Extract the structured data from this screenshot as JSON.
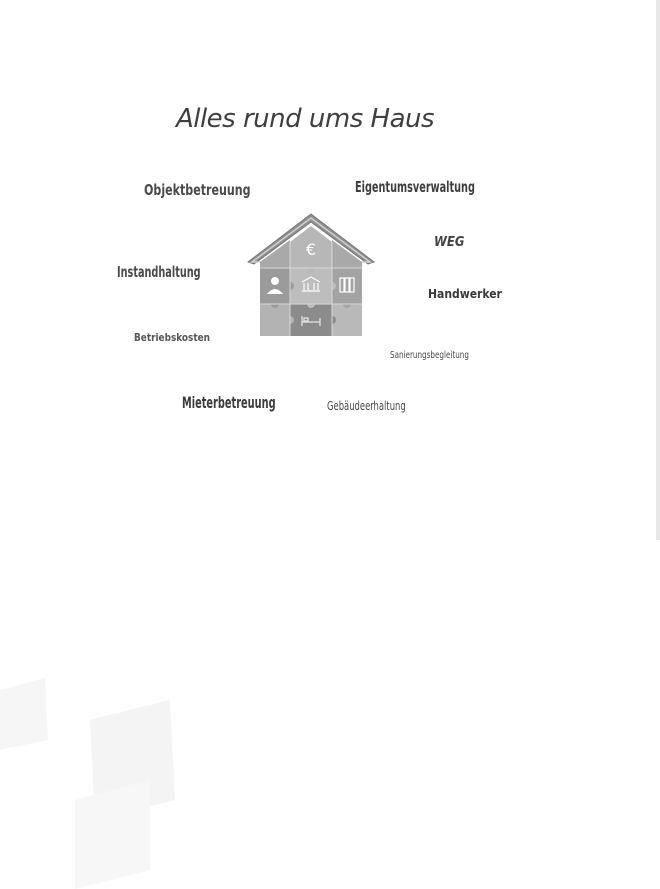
{
  "title": "Alles rund ums Haus",
  "keywords": {
    "objektbetreuung": "Objektbetreuung",
    "eigentumsverwaltung": "Eigentumsverwaltung",
    "weg": "WEG",
    "instandhaltung": "Instandhaltung",
    "handwerker": "Handwerker",
    "betriebskosten": "Betriebskosten",
    "sanierungsbegleitung": "Sanierungsbegleitung",
    "mieterbetreuung": "Mieterbetreuung",
    "gebaeudeerhaltung": "Gebäudeerhaltung"
  },
  "house": {
    "icons": [
      "euro-icon",
      "person-icon",
      "bank-icon",
      "binders-icon",
      "bed-icon"
    ]
  },
  "colors": {
    "text": "#444444",
    "puzzle_light": "#b9b9b9",
    "puzzle_mid": "#9a9a9a",
    "puzzle_dark": "#8a8a8a",
    "roof": "#8f8f8f"
  }
}
